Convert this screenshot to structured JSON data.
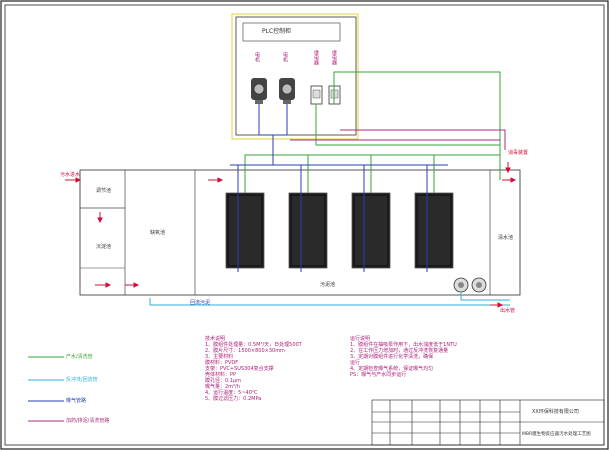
{
  "control_panel": {
    "title": "PLC控制柜",
    "labels": [
      "电机",
      "电机",
      "继电器",
      "继电器"
    ]
  },
  "tank": {
    "inlet_label": "污水进水",
    "outlet_label": "出水管",
    "zones": [
      "调节池",
      "沉淀池",
      "缺氧池",
      "清水池",
      "污泥池"
    ],
    "right_label": "消毒装置",
    "bottom_outlet": "回流污泥"
  },
  "legend": [
    {
      "label": "产水/清洗管",
      "color": "#3aa635"
    },
    {
      "label": "反冲洗/回流管",
      "color": "#32b2d8"
    },
    {
      "label": "曝气管路",
      "color": "#2a3fb5"
    },
    {
      "label": "加药/排泥/清洗管路",
      "color": "#a8307c"
    }
  ],
  "notes_left": {
    "heading": "技术说明",
    "lines": [
      "1、膜组件处理量：0.5M³/天，日处理500T",
      "2、膜片尺寸：1500×800×30mm",
      "3、主要材料",
      "   膜材料：PVDF",
      "   支架：PVC+SUS304复合支撑",
      "   壳体材料：PP",
      "   膜孔径：0.1μm",
      "   曝气量：2m³/h",
      "4、运行温度：5~40℃",
      "5、膜过滤压力：0.2MPa"
    ]
  },
  "notes_right": {
    "heading": "运行说明",
    "lines": [
      "1、膜组件在抽吸泵作用下，出水浊度低于1NTU",
      "2、在工作压力增加时，通过反冲洗恢复通量",
      "3、定期对膜组件进行化学清洗，确保",
      "   运行",
      "4、定期检查曝气系统，保证曝气均匀",
      "PS：曝气与产水同步运行"
    ]
  },
  "title_block": {
    "company": "XX环保科技有限公司",
    "drawing_title": "MBR膜生物反应器污水处理工艺图"
  }
}
